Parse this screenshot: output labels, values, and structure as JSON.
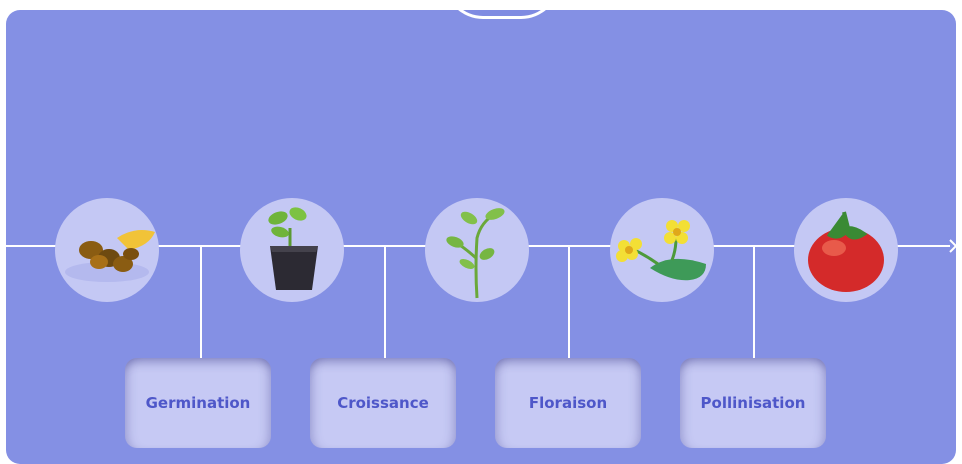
{
  "colors": {
    "panel": "#8490e4",
    "connector": "#ffffff",
    "circle": "#c4c8f4",
    "label_bg": "#c6c9f4",
    "label_text": "#4e57c9"
  },
  "stages": [
    {
      "icon": "seeds-icon",
      "label": "Germination"
    },
    {
      "icon": "potted-seedling-icon",
      "label": "Croissance"
    },
    {
      "icon": "young-plant-icon",
      "label": "Floraison"
    },
    {
      "icon": "flowering-plant-icon",
      "label": "Pollinisation"
    },
    {
      "icon": "tomato-icon",
      "label": ""
    }
  ]
}
